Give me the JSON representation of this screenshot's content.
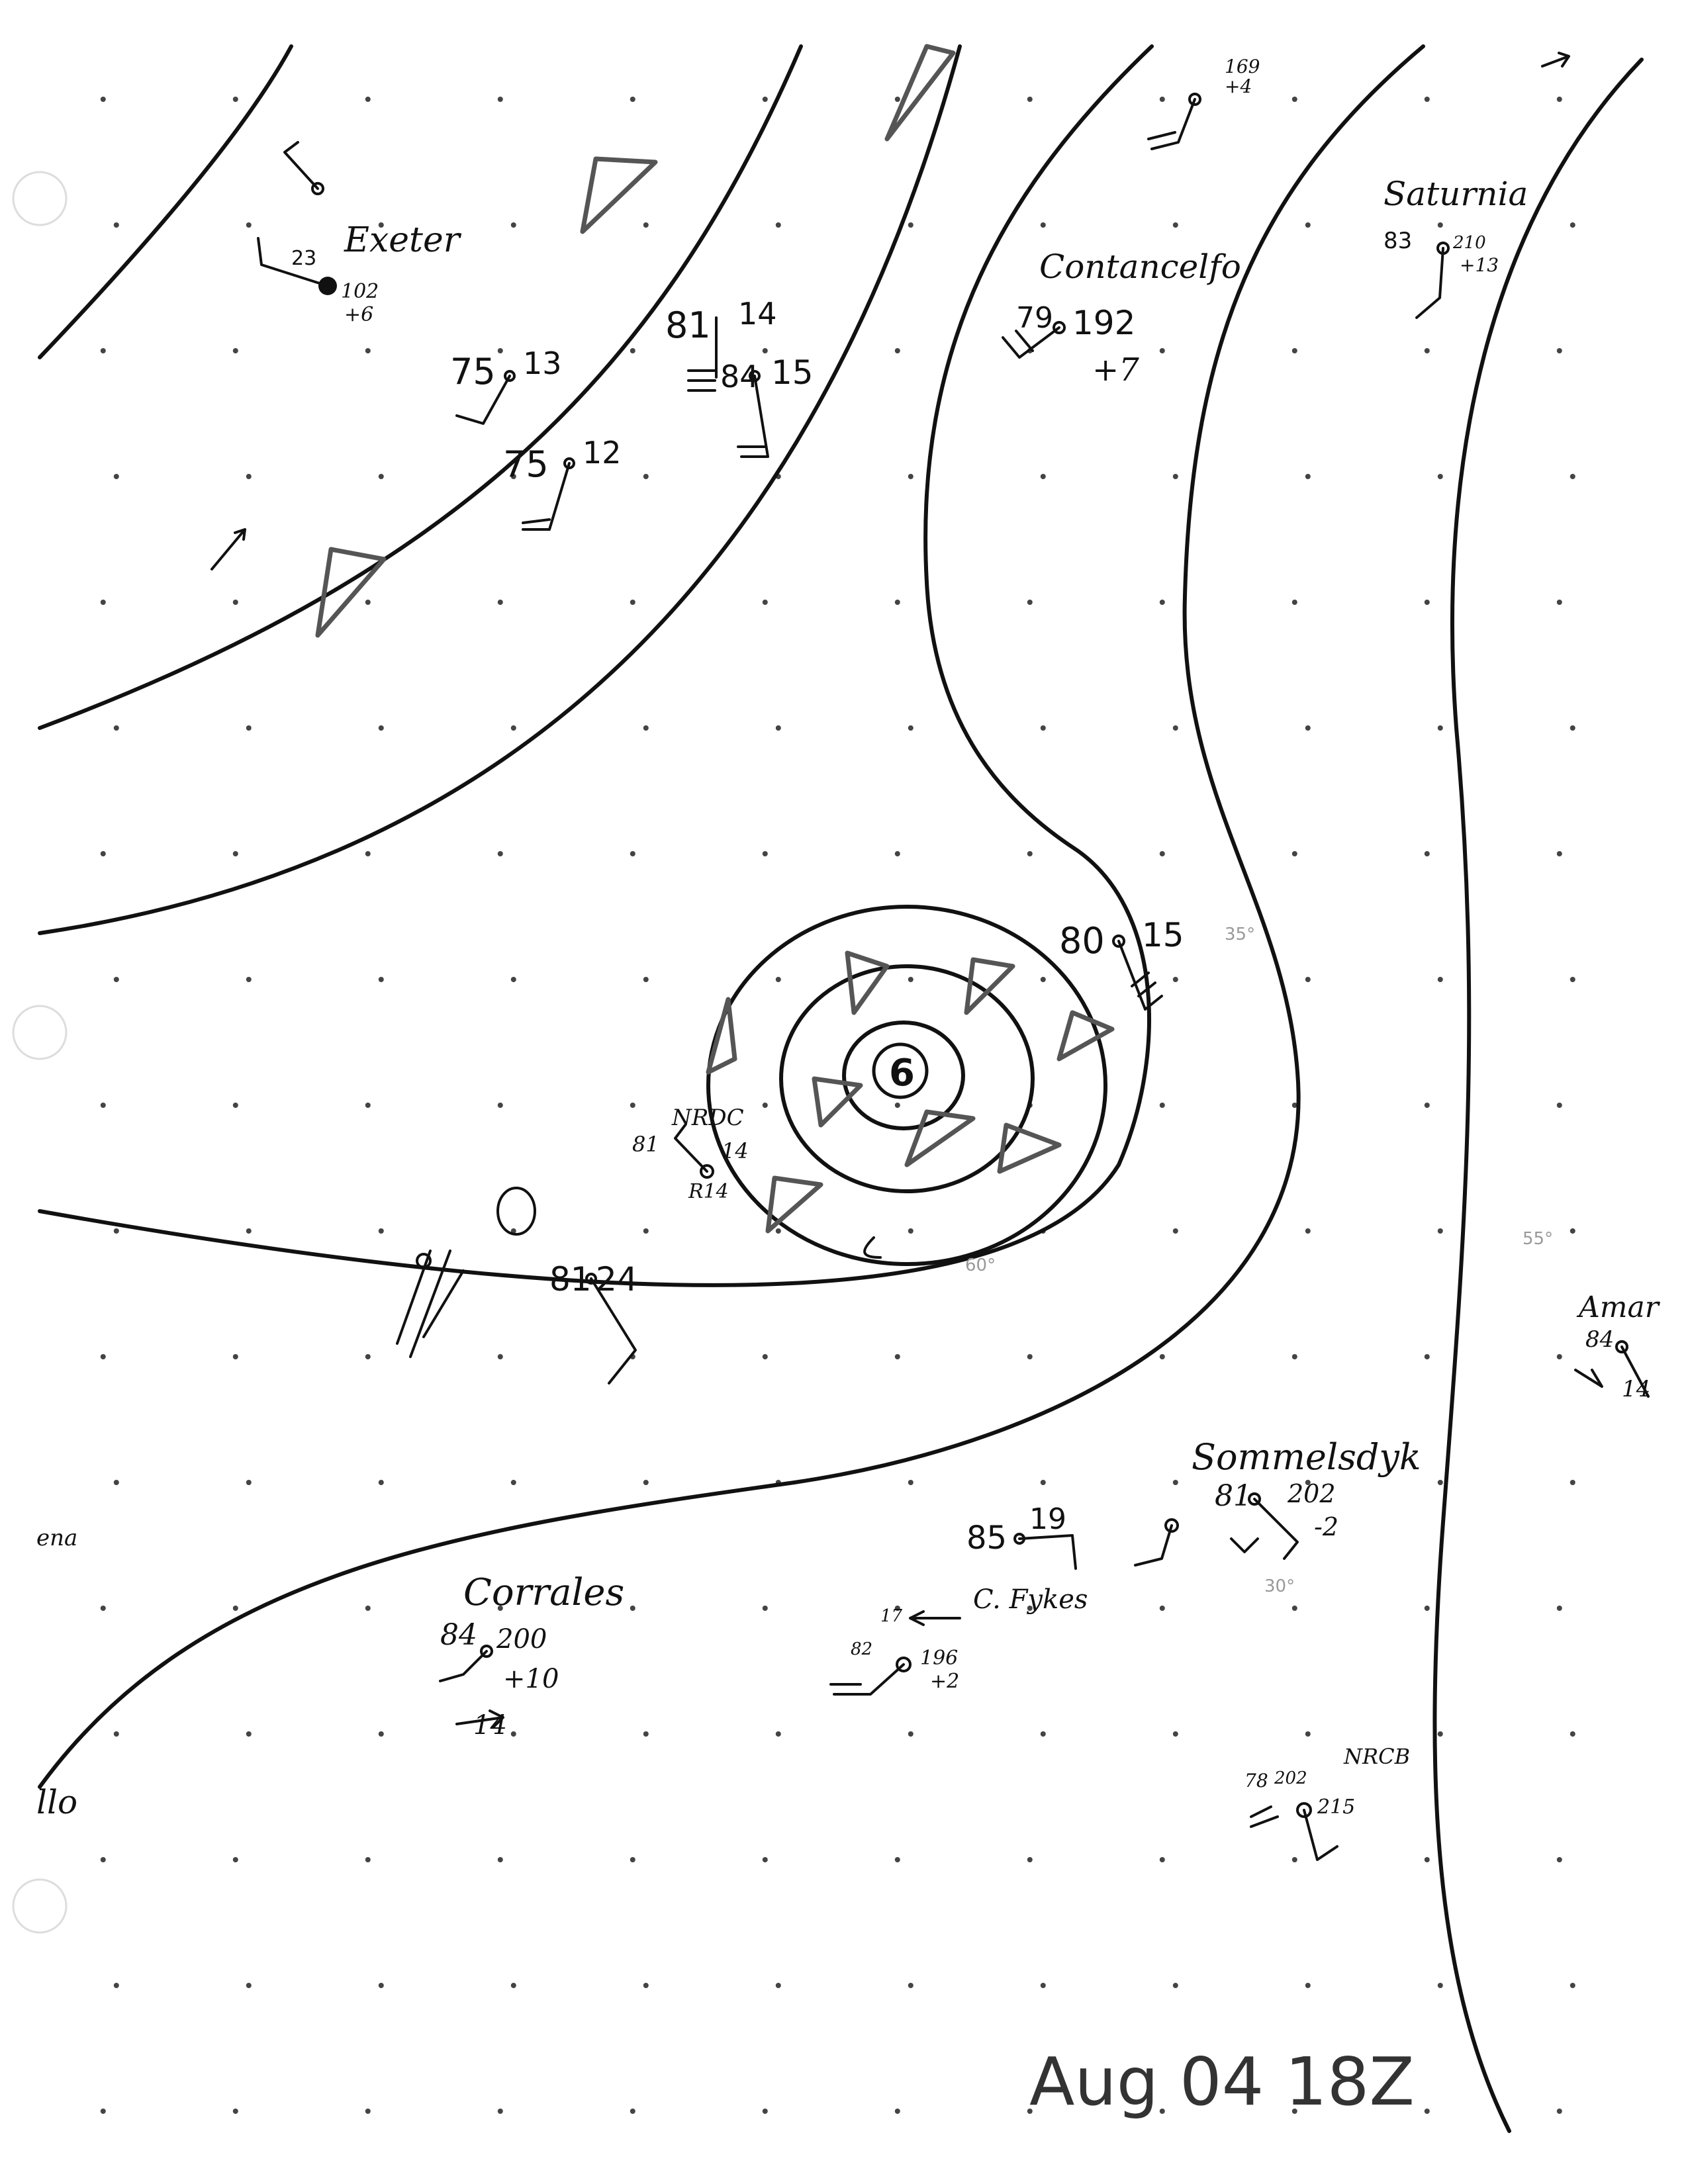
{
  "map": {
    "date_label": "Aug 04 18Z",
    "center_symbol": "6",
    "grid": {
      "dots": true
    },
    "tick_labels": [
      {
        "id": "t1",
        "text": "35°"
      },
      {
        "id": "t2",
        "text": "60°"
      },
      {
        "id": "t3",
        "text": "55°"
      },
      {
        "id": "t4",
        "text": "30°"
      }
    ],
    "stations": [
      {
        "id": "s1",
        "name": "Exeter",
        "temp": "23",
        "pressure": "102",
        "tendency": "+6"
      },
      {
        "id": "s2",
        "name": "",
        "temp": "75",
        "pressure": "13"
      },
      {
        "id": "s3",
        "name": "",
        "temp": "75",
        "pressure": "12"
      },
      {
        "id": "s4",
        "name": "",
        "temp": "81",
        "pressure": "14"
      },
      {
        "id": "s5",
        "name": "",
        "temp": "84",
        "pressure": "15"
      },
      {
        "id": "s6",
        "name": "Contancelfo",
        "temp": "79",
        "pressure": "192",
        "tendency": "+7"
      },
      {
        "id": "s7",
        "name": "",
        "temp": "",
        "pressure": "169",
        "tendency": "+4"
      },
      {
        "id": "s8",
        "name": "Saturnia",
        "temp": "83",
        "pressure": "210",
        "tendency": "+13"
      },
      {
        "id": "s9",
        "name": "",
        "temp": "80",
        "pressure": "15"
      },
      {
        "id": "s10",
        "name": "NRDC",
        "temp": "81",
        "pressure": "14",
        "extra": "R14"
      },
      {
        "id": "s11",
        "name": "",
        "temp": "81",
        "pressure": "24"
      },
      {
        "id": "s12",
        "name": "Amar",
        "temp": "84",
        "extra": "14"
      },
      {
        "id": "s13",
        "name": "Sommelsdyk",
        "temp": "81",
        "pressure": "202",
        "tendency": "-2"
      },
      {
        "id": "s14",
        "name": "",
        "temp": "85",
        "pressure": "19"
      },
      {
        "id": "s15",
        "name": "C. Fykes",
        "temp": "82",
        "pressure": "196",
        "tendency": "+2",
        "extra": "17"
      },
      {
        "id": "s16",
        "name": "Corrales",
        "temp": "84",
        "pressure": "200",
        "tendency": "+10",
        "extra": "14"
      },
      {
        "id": "s17",
        "name": "NRCB",
        "temp": "78",
        "pressure": "215",
        "extra": "202"
      }
    ],
    "edge_fragments": [
      {
        "id": "e1",
        "text": "llo"
      },
      {
        "id": "e2",
        "text": "ena"
      }
    ]
  }
}
